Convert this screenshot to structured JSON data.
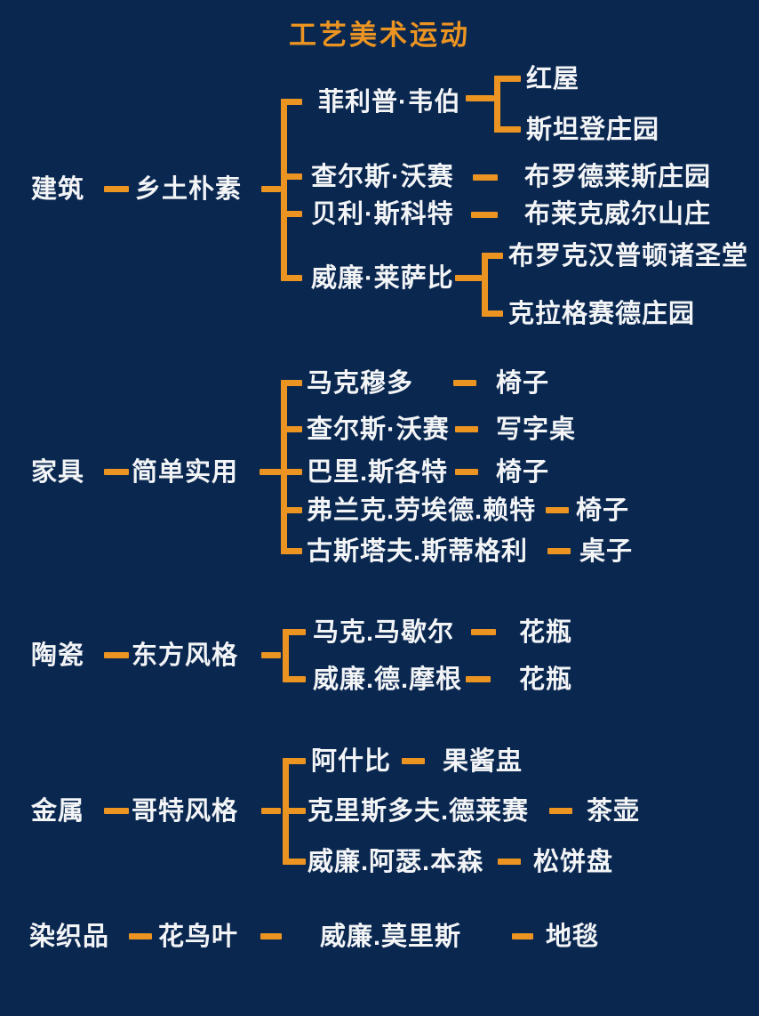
{
  "title": "工艺美术运动",
  "colors": {
    "background": "#0A2750",
    "accent": "#EB9421",
    "text": "#F2F4F6"
  },
  "sections": [
    {
      "category": "建筑",
      "style": "乡土朴素",
      "children": [
        {
          "name": "菲利普·韦伯",
          "works": [
            "红屋",
            "斯坦登庄园"
          ]
        },
        {
          "name": "查尔斯·沃赛",
          "works": [
            "布罗德莱斯庄园"
          ]
        },
        {
          "name": "贝利·斯科特",
          "works": [
            "布莱克威尔山庄"
          ]
        },
        {
          "name": "威廉·莱萨比",
          "works": [
            "布罗克汉普顿诸圣堂",
            "克拉格赛德庄园"
          ]
        }
      ]
    },
    {
      "category": "家具",
      "style": "简单实用",
      "children": [
        {
          "name": "马克穆多",
          "works": [
            "椅子"
          ]
        },
        {
          "name": "查尔斯·沃赛",
          "works": [
            "写字桌"
          ]
        },
        {
          "name": "巴里.斯各特",
          "works": [
            "椅子"
          ]
        },
        {
          "name": "弗兰克.劳埃德.赖特",
          "works": [
            "椅子"
          ]
        },
        {
          "name": "古斯塔夫.斯蒂格利",
          "works": [
            "桌子"
          ]
        }
      ]
    },
    {
      "category": "陶瓷",
      "style": "东方风格",
      "children": [
        {
          "name": "马克.马歇尔",
          "works": [
            "花瓶"
          ]
        },
        {
          "name": "威廉.德.摩根",
          "works": [
            "花瓶"
          ]
        }
      ]
    },
    {
      "category": "金属",
      "style": "哥特风格",
      "children": [
        {
          "name": "阿什比",
          "works": [
            "果酱盅"
          ]
        },
        {
          "name": "克里斯多夫.德莱赛",
          "works": [
            "茶壶"
          ]
        },
        {
          "name": "威廉.阿瑟.本森",
          "works": [
            "松饼盘"
          ]
        }
      ]
    },
    {
      "category": "染织品",
      "style": "花鸟叶",
      "children": [
        {
          "name": "威廉.莫里斯",
          "works": [
            "地毯"
          ]
        }
      ]
    }
  ]
}
